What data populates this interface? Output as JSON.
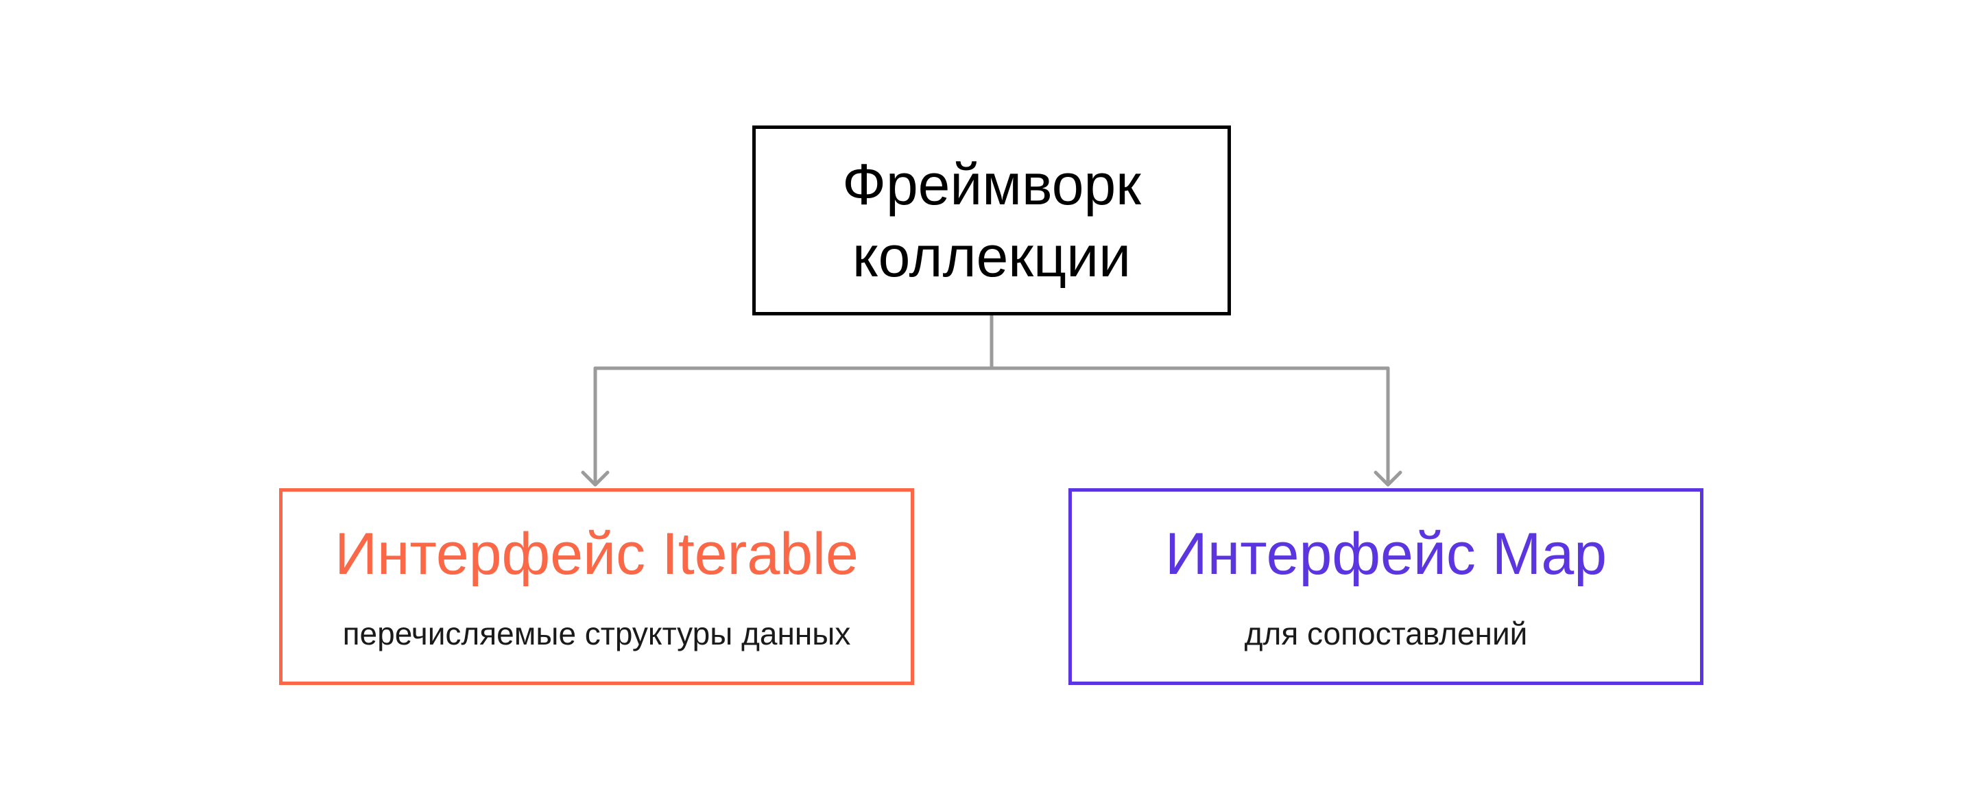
{
  "diagram": {
    "root": {
      "title": "Фреймворк\nколлекции"
    },
    "children": [
      {
        "title": "Интерфейс Iterable",
        "description": "перечисляемые структуры данных",
        "color": "#fa6847"
      },
      {
        "title": "Интерфейс Map",
        "description": "для сопоставлений",
        "color": "#5b35e0"
      }
    ],
    "connector_color": "#9b9b9b"
  }
}
